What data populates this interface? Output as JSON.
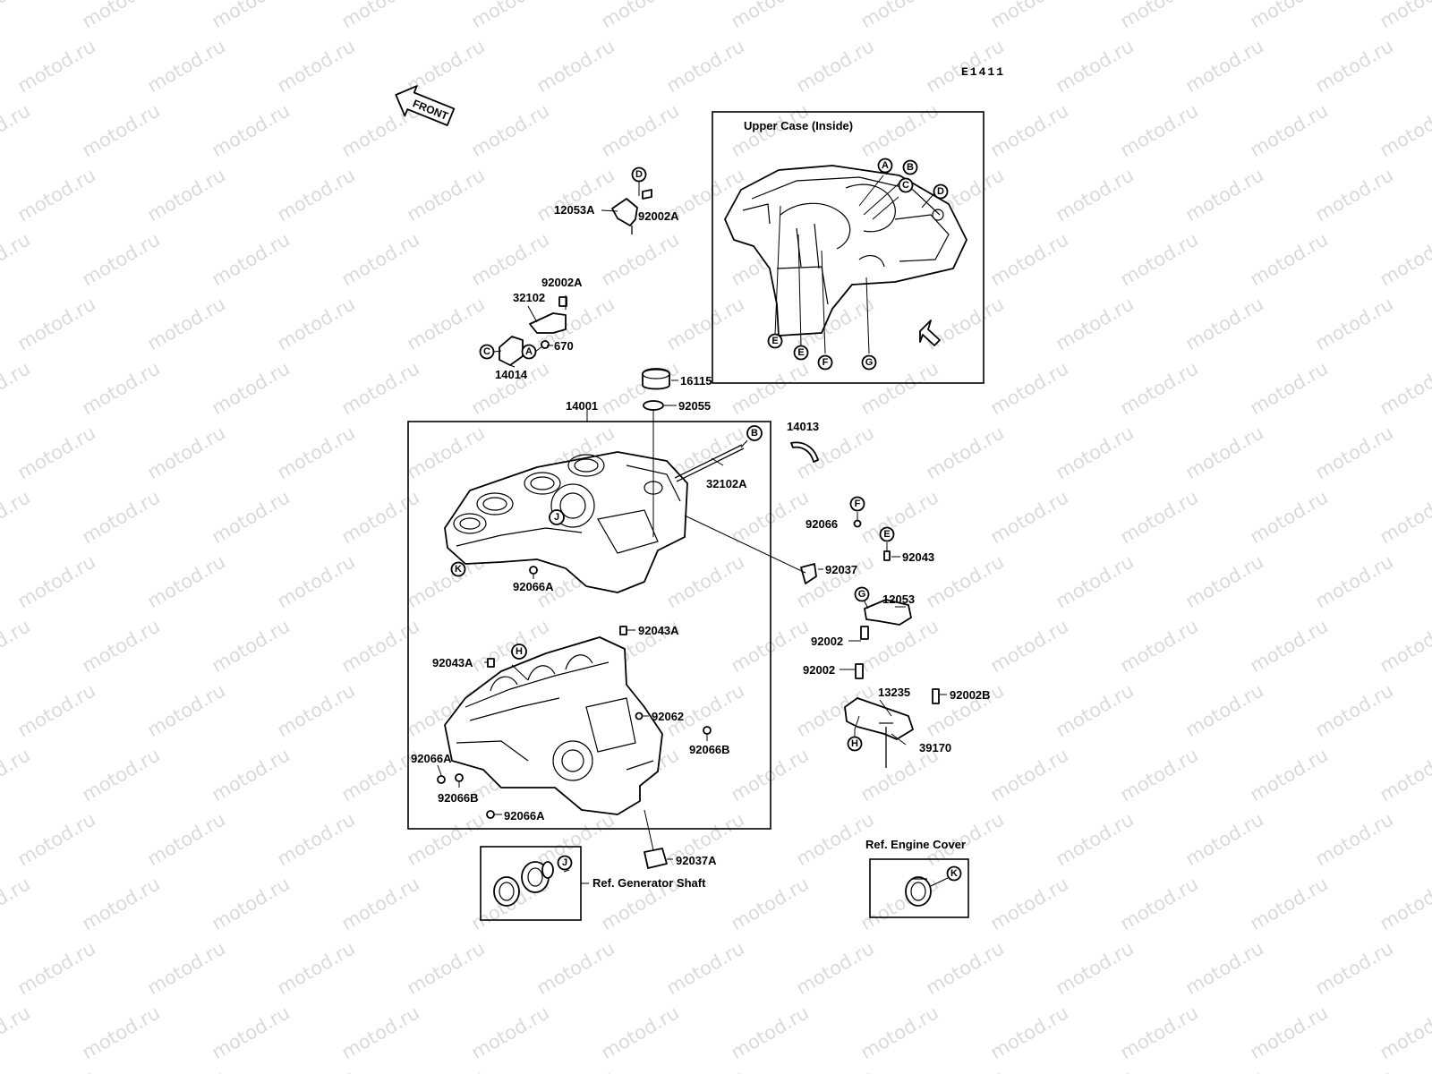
{
  "diagram_code": "E1411",
  "front_marker": "FRONT",
  "watermark": "motod.ru",
  "boxes": {
    "upper_case_inside": "Upper Case (Inside)",
    "ref_generator_shaft": "Ref. Generator Shaft",
    "ref_engine_cover": "Ref. Engine Cover"
  },
  "part_numbers": {
    "p12053A": "12053A",
    "p92002A_top": "92002A",
    "p92002A_mid": "92002A",
    "p32102": "32102",
    "p670": "670",
    "p14014": "14014",
    "p16115": "16115",
    "p92055": "92055",
    "p14001": "14001",
    "p32102A": "32102A",
    "p14013": "14013",
    "p92066": "92066",
    "p92043": "92043",
    "p92037": "92037",
    "p12053": "12053",
    "p92002_a": "92002",
    "p92002_b": "92002",
    "p13235": "13235",
    "p92002B": "92002B",
    "p39170": "39170",
    "p92066A_top": "92066A",
    "p92043A_right": "92043A",
    "p92043A_left": "92043A",
    "p92062": "92062",
    "p92066B_right": "92066B",
    "p92066A_left": "92066A",
    "p92066B_left": "92066B",
    "p92066A_bottom": "92066A",
    "p92037A": "92037A"
  },
  "ref_letters": {
    "A": "A",
    "B": "B",
    "C": "C",
    "D": "D",
    "E": "E",
    "F": "F",
    "G": "G",
    "H": "H",
    "J": "J",
    "K": "K"
  }
}
